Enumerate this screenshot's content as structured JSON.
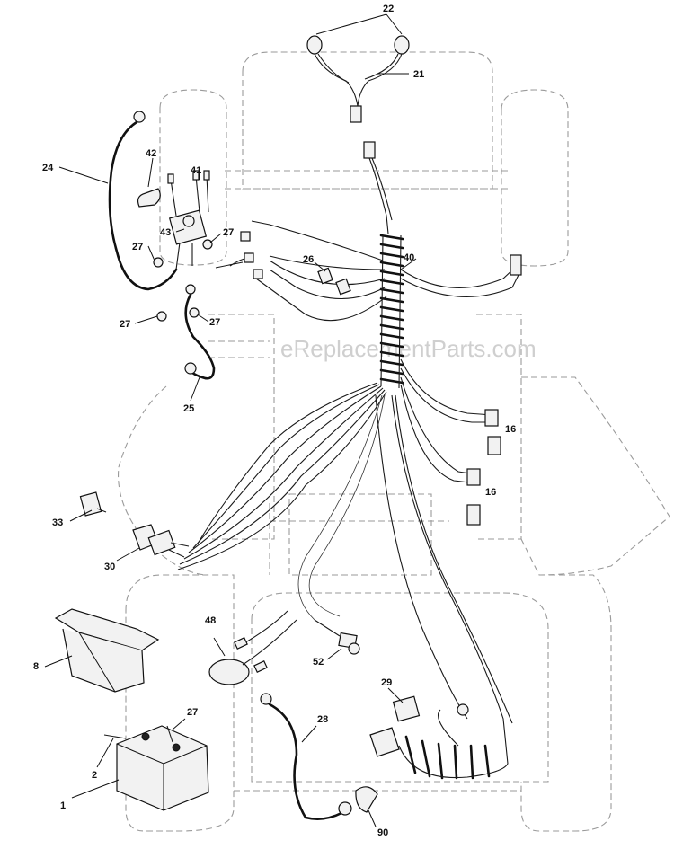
{
  "watermark": "eReplacementParts.com",
  "callouts": {
    "c22": "22",
    "c21": "21",
    "c24": "24",
    "c42": "42",
    "c41": "41",
    "c43": "43",
    "c27a": "27",
    "c27b": "27",
    "c26": "26",
    "c40": "40",
    "c27c": "27",
    "c27d": "27",
    "c25": "25",
    "c16a": "16",
    "c16b": "16",
    "c33": "33",
    "c30": "30",
    "c48": "48",
    "c52": "52",
    "c8": "8",
    "c29": "29",
    "c27e": "27",
    "c28": "28",
    "c2": "2",
    "c1": "1",
    "c90": "90"
  }
}
